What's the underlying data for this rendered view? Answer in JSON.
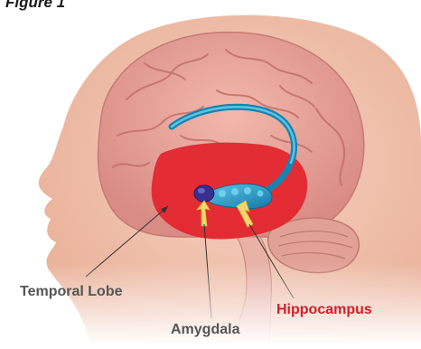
{
  "figure": {
    "title": "Figure 1"
  },
  "labels": {
    "temporal_lobe": "Temporal Lobe",
    "amygdala": "Amygdala",
    "hippocampus": "Hippocampus"
  },
  "colors": {
    "head_skin": "#f2c4ad",
    "brain": "#e8a39a",
    "temporal_lobe": "#e3262e",
    "hippocampus": "#1fa0c8",
    "amygdala": "#3a2f8f",
    "arrow": "#f2d86b",
    "hippocampus_label": "#d1202a",
    "label_gray": "#555555"
  }
}
